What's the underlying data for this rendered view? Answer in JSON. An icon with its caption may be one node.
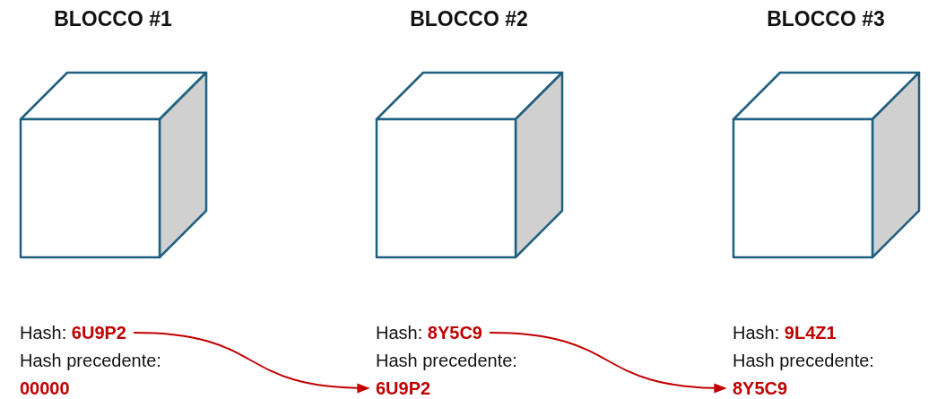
{
  "diagram": {
    "nodes": [
      {
        "text": [
          "BLOCCO #1"
        ]
      },
      {
        "text": [
          "BLOCCO #2"
        ]
      },
      {
        "text": [
          "BLOCCO #3"
        ]
      },
      {
        "text": [
          "Hash: **6U9P2**"
        ]
      },
      {
        "text": [
          "Hash: **8Y5C9**"
        ]
      },
      {
        "text": [
          "Hash: **9L4Z1**"
        ]
      },
      {
        "text": [
          "00000"
        ]
      },
      {
        "text": [
          "6U9P2"
        ]
      },
      {
        "text": [
          "8Y5C9"
        ]
      }
    ],
    "edges": [
      {
        "from": 3,
        "to": 7,
        "arrow": "to"
      },
      {
        "from": 4,
        "to": 8,
        "arrow": "to"
      }
    ],
    "labels": [
      "Hash precedente:",
      "Hash precedente:",
      "Hash precedente:"
    ]
  }
}
